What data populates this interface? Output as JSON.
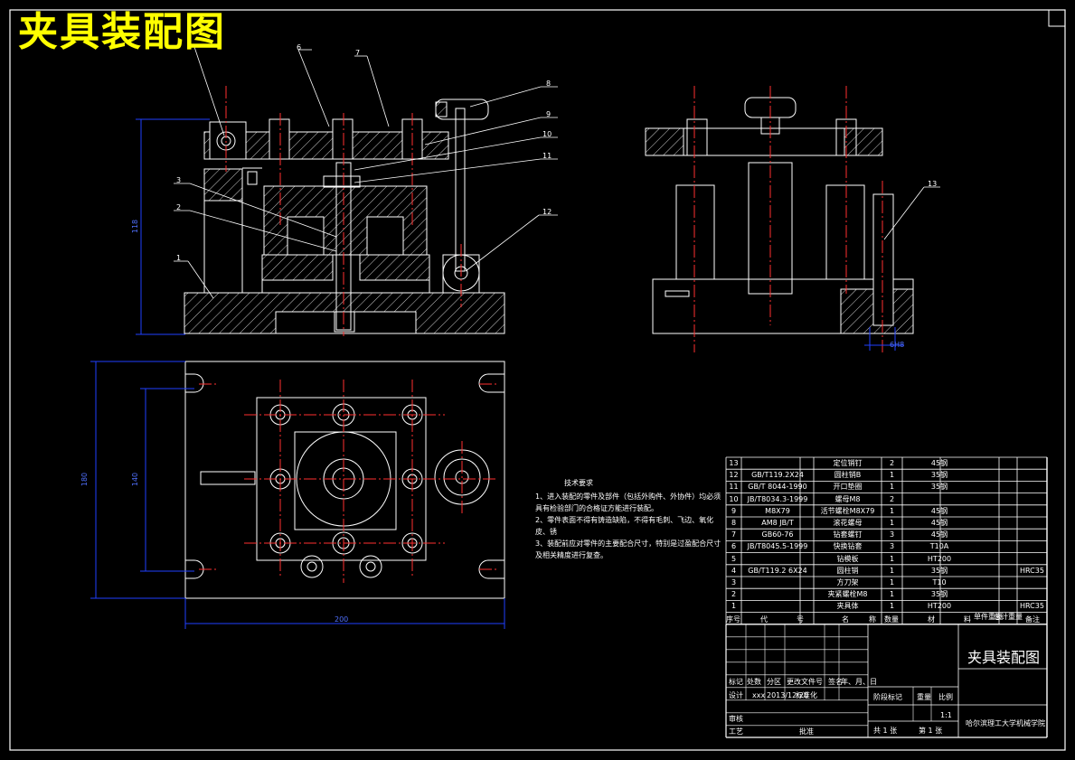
{
  "drawing": {
    "title_banner": "夹具装配图",
    "title_block_name": "夹具装配图",
    "school": "哈尔滨理工大学机械学院",
    "balloons": [
      "1",
      "2",
      "3",
      "6",
      "7",
      "8",
      "9",
      "10",
      "11",
      "12",
      "13"
    ],
    "dimensions": {
      "height_front": "118",
      "height_plan": "180",
      "width_plan_inner": "140",
      "width_plan": "200",
      "side_clearance": "6H8"
    },
    "scale": "1:1",
    "sheet_total": "共 1 张",
    "sheet_num": "第 1 张",
    "designer_row": {
      "label": "设计",
      "name": "xxx",
      "date": "2013/12/20",
      "std": "标准化"
    },
    "review_label": "审核",
    "process_label": "工艺",
    "approve_label": "批准",
    "change_header": [
      "标记",
      "处数",
      "分区",
      "更改文件号",
      "签名",
      "年、月、日"
    ],
    "stage_header": [
      "阶段标记",
      "重量",
      "比例"
    ]
  },
  "technical_notes": {
    "title": "技术要求",
    "lines": [
      "1、进入装配的零件及部件（包括外购件、外协件）均必须具有检验部门的合格证方能进行装配。",
      "2、零件表面不得有铸造缺陷，不得有毛刺、飞边、氧化皮、锈",
      "3、装配前应对零件的主要配合尺寸，特别是过盈配合尺寸及相关精度进行复查。"
    ]
  },
  "bom": {
    "headers": [
      "序号",
      "代",
      "号",
      "名",
      "称",
      "数量",
      "材",
      "料",
      "单件重量",
      "总计重量",
      "备注"
    ],
    "rows": [
      {
        "no": "13",
        "code": "",
        "name": "定位销钉",
        "qty": "2",
        "mat": "45钢",
        "note": ""
      },
      {
        "no": "12",
        "code": "GB/T119.2X24",
        "name": "圆柱销B",
        "qty": "1",
        "mat": "35钢",
        "note": ""
      },
      {
        "no": "11",
        "code": "GB/T 8044-1990",
        "name": "开口垫圈",
        "qty": "1",
        "mat": "35钢",
        "note": ""
      },
      {
        "no": "10",
        "code": "JB/T8034.3-1999",
        "name": "螺母M8",
        "qty": "2",
        "mat": "",
        "note": ""
      },
      {
        "no": "9",
        "code": "M8X79",
        "name": "活节螺栓M8X79",
        "qty": "1",
        "mat": "45钢",
        "note": ""
      },
      {
        "no": "8",
        "code": "AM8 JB/T",
        "name": "滚花螺母",
        "qty": "1",
        "mat": "45钢",
        "note": ""
      },
      {
        "no": "7",
        "code": "GB60-76",
        "name": "钻套螺钉",
        "qty": "3",
        "mat": "45钢",
        "note": ""
      },
      {
        "no": "6",
        "code": "JB/T8045.5-1999",
        "name": "快换钻套",
        "qty": "3",
        "mat": "T10A",
        "note": ""
      },
      {
        "no": "5",
        "code": "",
        "name": "钻模板",
        "qty": "1",
        "mat": "HT200",
        "note": ""
      },
      {
        "no": "4",
        "code": "GB/T119.2 6X24",
        "name": "圆柱销",
        "qty": "1",
        "mat": "35钢",
        "note": "HRC35"
      },
      {
        "no": "3",
        "code": "",
        "name": "方刀架",
        "qty": "1",
        "mat": "T10",
        "note": ""
      },
      {
        "no": "2",
        "code": "",
        "name": "夹紧螺栓M8",
        "qty": "1",
        "mat": "35钢",
        "note": ""
      },
      {
        "no": "1",
        "code": "",
        "name": "夹具体",
        "qty": "1",
        "mat": "HT200",
        "note": "HRC35"
      }
    ]
  },
  "colors": {
    "background": "#000000",
    "outline": "#ffffff",
    "centerline": "#ff0000",
    "dimension": "#2040ff",
    "leader": "#ffffff",
    "banner": "#ffff00"
  }
}
